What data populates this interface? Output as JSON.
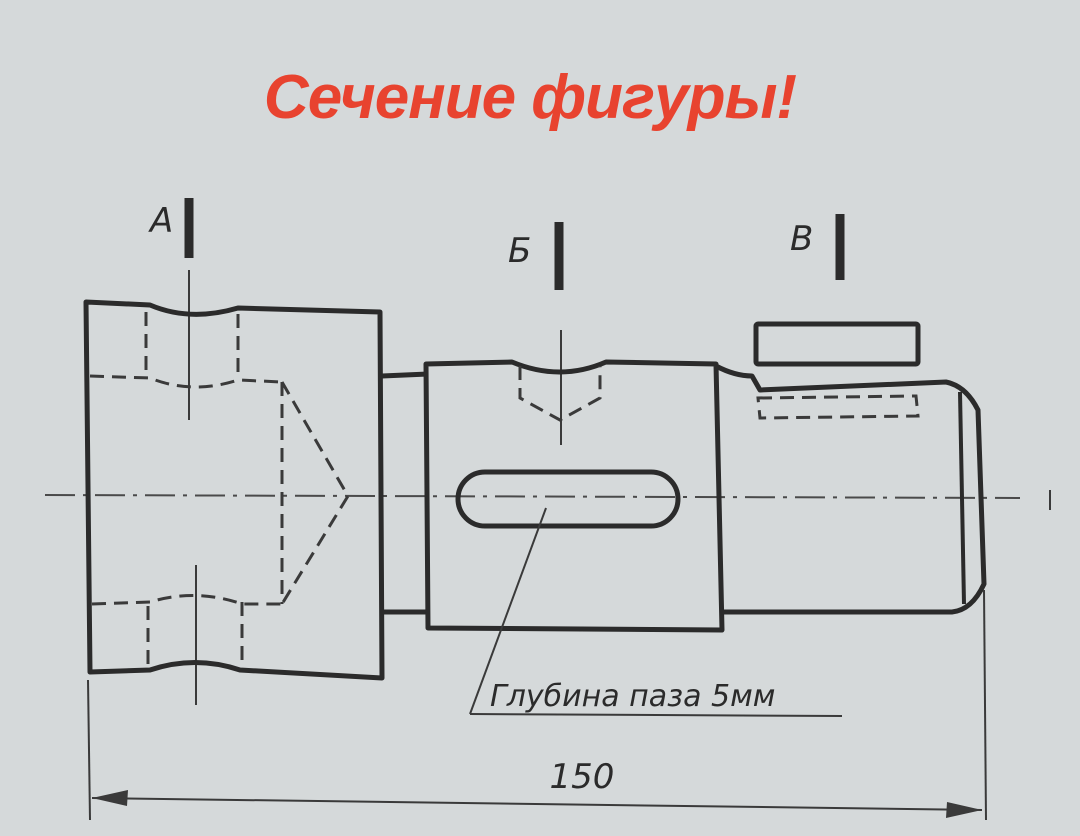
{
  "title": {
    "text": "Сечение фигуры!",
    "color": "#e8432f"
  },
  "section_marks": [
    {
      "letter": "А"
    },
    {
      "letter": "Б"
    },
    {
      "letter": "В"
    }
  ],
  "annotations": {
    "slot_depth": "Глубина паза 5мм",
    "total_length": "150"
  },
  "colors": {
    "paper": "#d5d9da",
    "ink": "#2b2b2b"
  }
}
